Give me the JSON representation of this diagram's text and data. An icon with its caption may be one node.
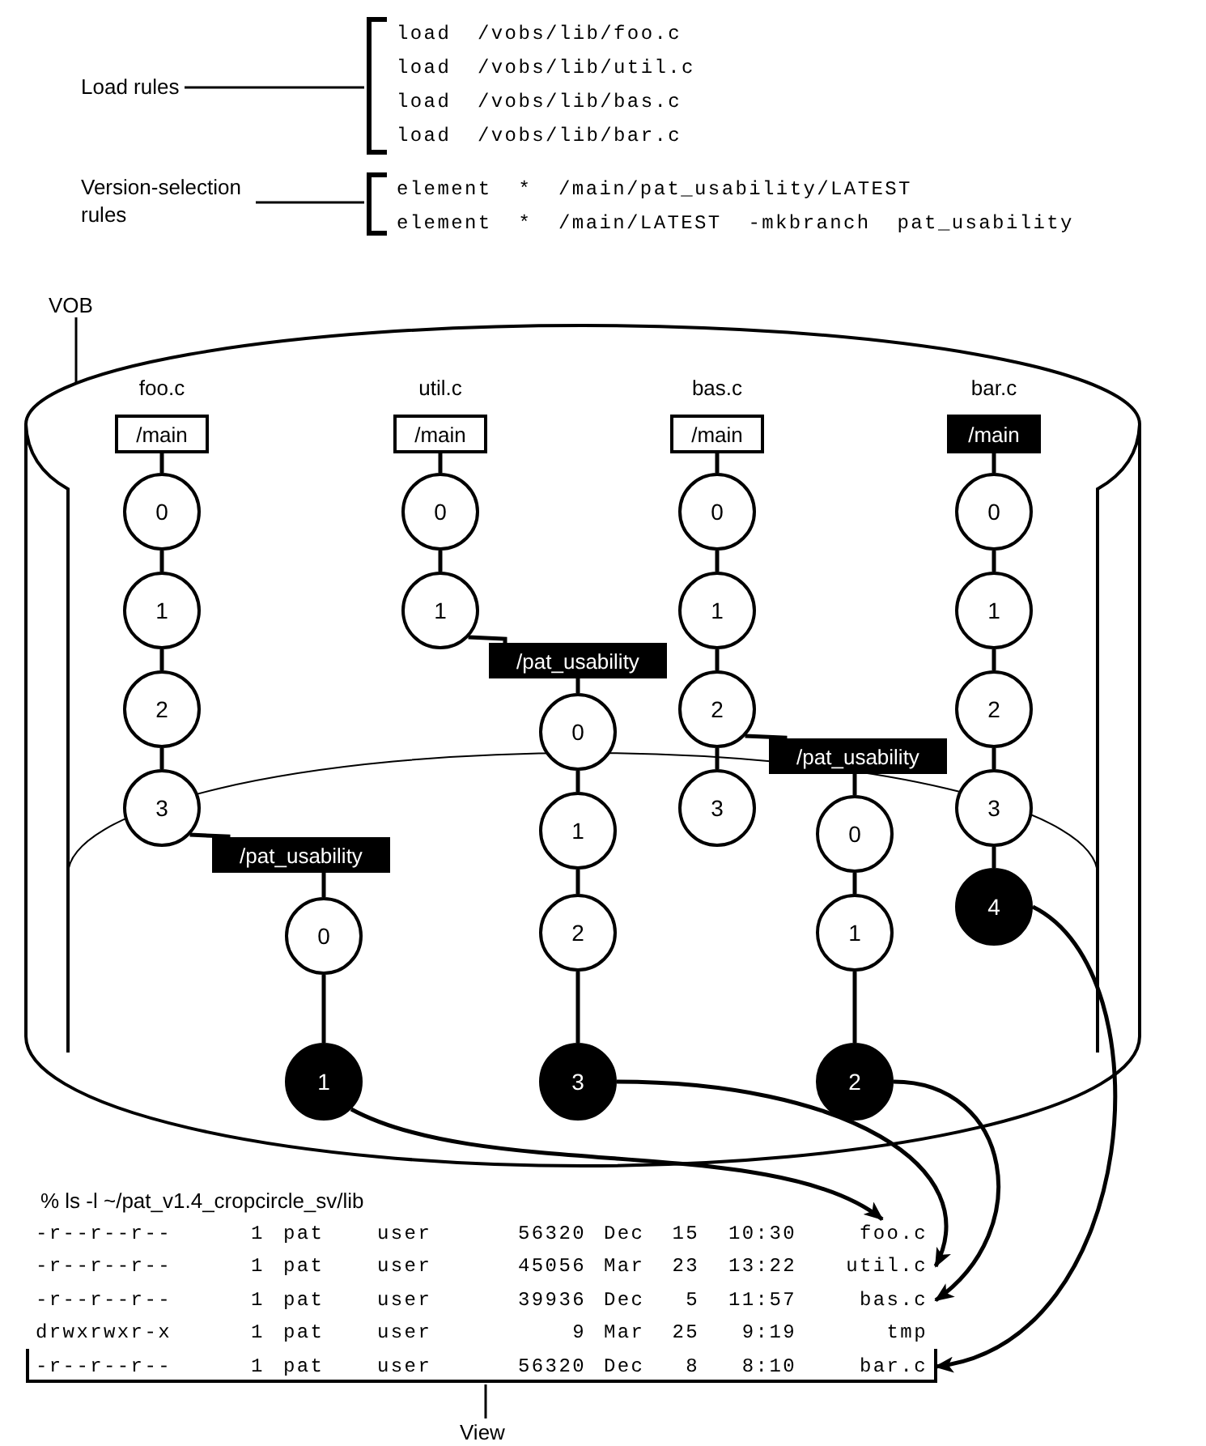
{
  "diagram": {
    "nodes": [
      {
        "text": [
          "Load rules"
        ]
      },
      {
        "text": [
          "load /vobs/lib/foo.c",
          "load /vobs/lib/util.c",
          "load /vobs/lib/bas.c",
          "load /vobs/lib/bar.c"
        ]
      },
      {
        "text": [
          "Version-selection rules"
        ]
      },
      {
        "text": [
          "element * /main/pat_usability/LATEST",
          "element * /main/LATEST -mkbranch pat_usability"
        ]
      },
      {
        "text": [
          "VOB"
        ]
      },
      {
        "text": [],
        "shape": "cylinder"
      },
      {
        "text": [
          "foo.c",
          "/main"
        ],
        "in": 5
      },
      {
        "text": [
          "0"
        ],
        "in": 5
      },
      {
        "text": [
          "1"
        ],
        "in": 5
      },
      {
        "text": [
          "2"
        ],
        "in": 5
      },
      {
        "text": [
          "3"
        ],
        "in": 5
      },
      {
        "text": [
          "/pat_usability"
        ],
        "in": 5
      },
      {
        "text": [
          "0"
        ],
        "in": 5
      },
      {
        "text": [
          "1"
        ],
        "in": 5
      },
      {
        "text": [
          "util.c",
          "/main"
        ],
        "in": 5
      },
      {
        "text": [
          "0"
        ],
        "in": 5
      },
      {
        "text": [
          "1"
        ],
        "in": 5
      },
      {
        "text": [
          "/pat_usability"
        ],
        "in": 5
      },
      {
        "text": [
          "0"
        ],
        "in": 5
      },
      {
        "text": [
          "1"
        ],
        "in": 5
      },
      {
        "text": [
          "2"
        ],
        "in": 5
      },
      {
        "text": [
          "3"
        ],
        "in": 5
      },
      {
        "text": [
          "bas.c",
          "/main"
        ],
        "in": 5
      },
      {
        "text": [
          "0"
        ],
        "in": 5
      },
      {
        "text": [
          "1"
        ],
        "in": 5
      },
      {
        "text": [
          "2"
        ],
        "in": 5
      },
      {
        "text": [
          "3"
        ],
        "in": 5
      },
      {
        "text": [
          "/pat_usability"
        ],
        "in": 5
      },
      {
        "text": [
          "0"
        ],
        "in": 5
      },
      {
        "text": [
          "1"
        ],
        "in": 5
      },
      {
        "text": [
          "2"
        ],
        "in": 5
      },
      {
        "text": [
          "bar.c",
          "/main"
        ],
        "in": 5
      },
      {
        "text": [
          "0"
        ],
        "in": 5
      },
      {
        "text": [
          "1"
        ],
        "in": 5
      },
      {
        "text": [
          "2"
        ],
        "in": 5
      },
      {
        "text": [
          "3"
        ],
        "in": 5
      },
      {
        "text": [
          "4"
        ],
        "in": 5
      },
      {
        "text": [
          "% ls -l ~/pat_v1.4_cropcircle_sv/lib"
        ]
      },
      {
        "text": [
          "-r--r--r--",
          "1",
          "pat",
          "user",
          "56320",
          "Dec",
          "15",
          "10:30",
          "foo.c"
        ],
        "in": 37
      },
      {
        "text": [
          "-r--r--r--",
          "1",
          "pat",
          "user",
          "45056",
          "Mar",
          "23",
          "13:22",
          "util.c"
        ],
        "in": 37
      },
      {
        "text": [
          "-r--r--r--",
          "1",
          "pat",
          "user",
          "39936",
          "Dec",
          "5",
          "11:57",
          "bas.c"
        ],
        "in": 37
      },
      {
        "text": [
          "drwxrwxr-x",
          "1",
          "pat",
          "user",
          "9",
          "Mar",
          "25",
          "9:19",
          "tmp"
        ],
        "in": 37
      },
      {
        "text": [
          "-r--r--r--",
          "1",
          "pat",
          "user",
          "56320",
          "Dec",
          "8",
          "8:10",
          "bar.c"
        ],
        "in": 37
      },
      {
        "text": [
          "View"
        ]
      }
    ],
    "edges": [
      {
        "from": 0,
        "to": 1,
        "arrow": "none"
      },
      {
        "from": 2,
        "to": 3,
        "arrow": "none"
      },
      {
        "from": 4,
        "to": 5,
        "arrow": "none"
      },
      {
        "from": 6,
        "to": 7,
        "arrow": "none"
      },
      {
        "from": 7,
        "to": 8,
        "arrow": "none"
      },
      {
        "from": 8,
        "to": 9,
        "arrow": "none"
      },
      {
        "from": 9,
        "to": 10,
        "arrow": "none"
      },
      {
        "from": 10,
        "to": 11,
        "arrow": "none"
      },
      {
        "from": 11,
        "to": 12,
        "arrow": "none"
      },
      {
        "from": 12,
        "to": 13,
        "arrow": "none"
      },
      {
        "from": 14,
        "to": 15,
        "arrow": "none"
      },
      {
        "from": 15,
        "to": 16,
        "arrow": "none"
      },
      {
        "from": 16,
        "to": 17,
        "arrow": "none"
      },
      {
        "from": 17,
        "to": 18,
        "arrow": "none"
      },
      {
        "from": 18,
        "to": 19,
        "arrow": "none"
      },
      {
        "from": 19,
        "to": 20,
        "arrow": "none"
      },
      {
        "from": 20,
        "to": 21,
        "arrow": "none"
      },
      {
        "from": 22,
        "to": 23,
        "arrow": "none"
      },
      {
        "from": 23,
        "to": 24,
        "arrow": "none"
      },
      {
        "from": 24,
        "to": 25,
        "arrow": "none"
      },
      {
        "from": 25,
        "to": 26,
        "arrow": "none"
      },
      {
        "from": 25,
        "to": 27,
        "arrow": "none"
      },
      {
        "from": 27,
        "to": 28,
        "arrow": "none"
      },
      {
        "from": 28,
        "to": 29,
        "arrow": "none"
      },
      {
        "from": 29,
        "to": 30,
        "arrow": "none"
      },
      {
        "from": 31,
        "to": 32,
        "arrow": "none"
      },
      {
        "from": 32,
        "to": 33,
        "arrow": "none"
      },
      {
        "from": 33,
        "to": 34,
        "arrow": "none"
      },
      {
        "from": 34,
        "to": 35,
        "arrow": "none"
      },
      {
        "from": 35,
        "to": 36,
        "arrow": "none"
      },
      {
        "from": 13,
        "to": 38,
        "arrow": "to"
      },
      {
        "from": 21,
        "to": 39,
        "arrow": "to"
      },
      {
        "from": 30,
        "to": 40,
        "arrow": "to"
      },
      {
        "from": 36,
        "to": 42,
        "arrow": "to"
      },
      {
        "from": 43,
        "to": 37,
        "arrow": "none"
      }
    ]
  }
}
